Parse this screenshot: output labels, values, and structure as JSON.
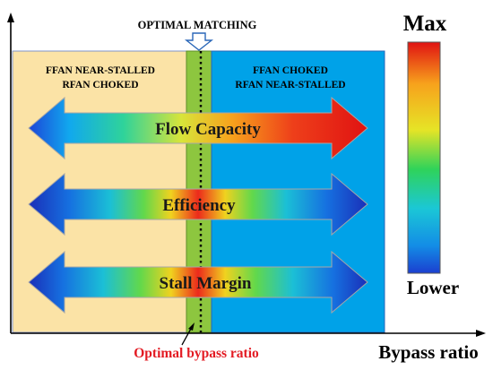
{
  "header": {
    "optimal_label": "OPTIMAL MATCHING"
  },
  "regions": {
    "left_line1": "FFAN NEAR-STALLED",
    "left_line2": "RFAN CHOKED",
    "right_line1": "FFAN  CHOKED",
    "right_line2": "RFAN  NEAR-STALLED"
  },
  "arrows": {
    "flow": "Flow Capacity",
    "efficiency": "Efficiency",
    "stall": "Stall Margin"
  },
  "colorbar": {
    "max_label": "Max",
    "min_label": "Lower"
  },
  "axis": {
    "xlabel": "Bypass ratio",
    "optimal_ratio_label": "Optimal bypass ratio"
  },
  "colors": {
    "left_region": "#fbe3a6",
    "right_region": "#00a2e8",
    "optimal_band": "#8dc63f",
    "optimal_text": "#e31b23"
  }
}
